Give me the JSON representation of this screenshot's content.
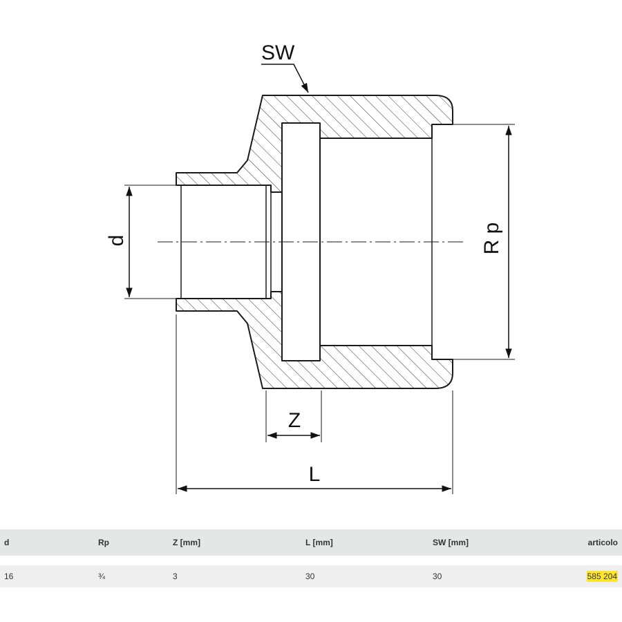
{
  "drawing": {
    "labels": {
      "sw": "SW",
      "d": "d",
      "rp": "R p",
      "z": "Z",
      "l": "L"
    },
    "colors": {
      "line": "#1a1a1a",
      "hatch": "#333333"
    }
  },
  "table": {
    "headers": [
      "d",
      "Rp",
      "Z [mm]",
      "L [mm]",
      "SW [mm]",
      "articolo"
    ],
    "rows": [
      {
        "d": "16",
        "rp": "¾",
        "z": "3",
        "l": "30",
        "sw": "30",
        "articolo": "585 204"
      }
    ],
    "highlight_color": "#ffe62e"
  }
}
